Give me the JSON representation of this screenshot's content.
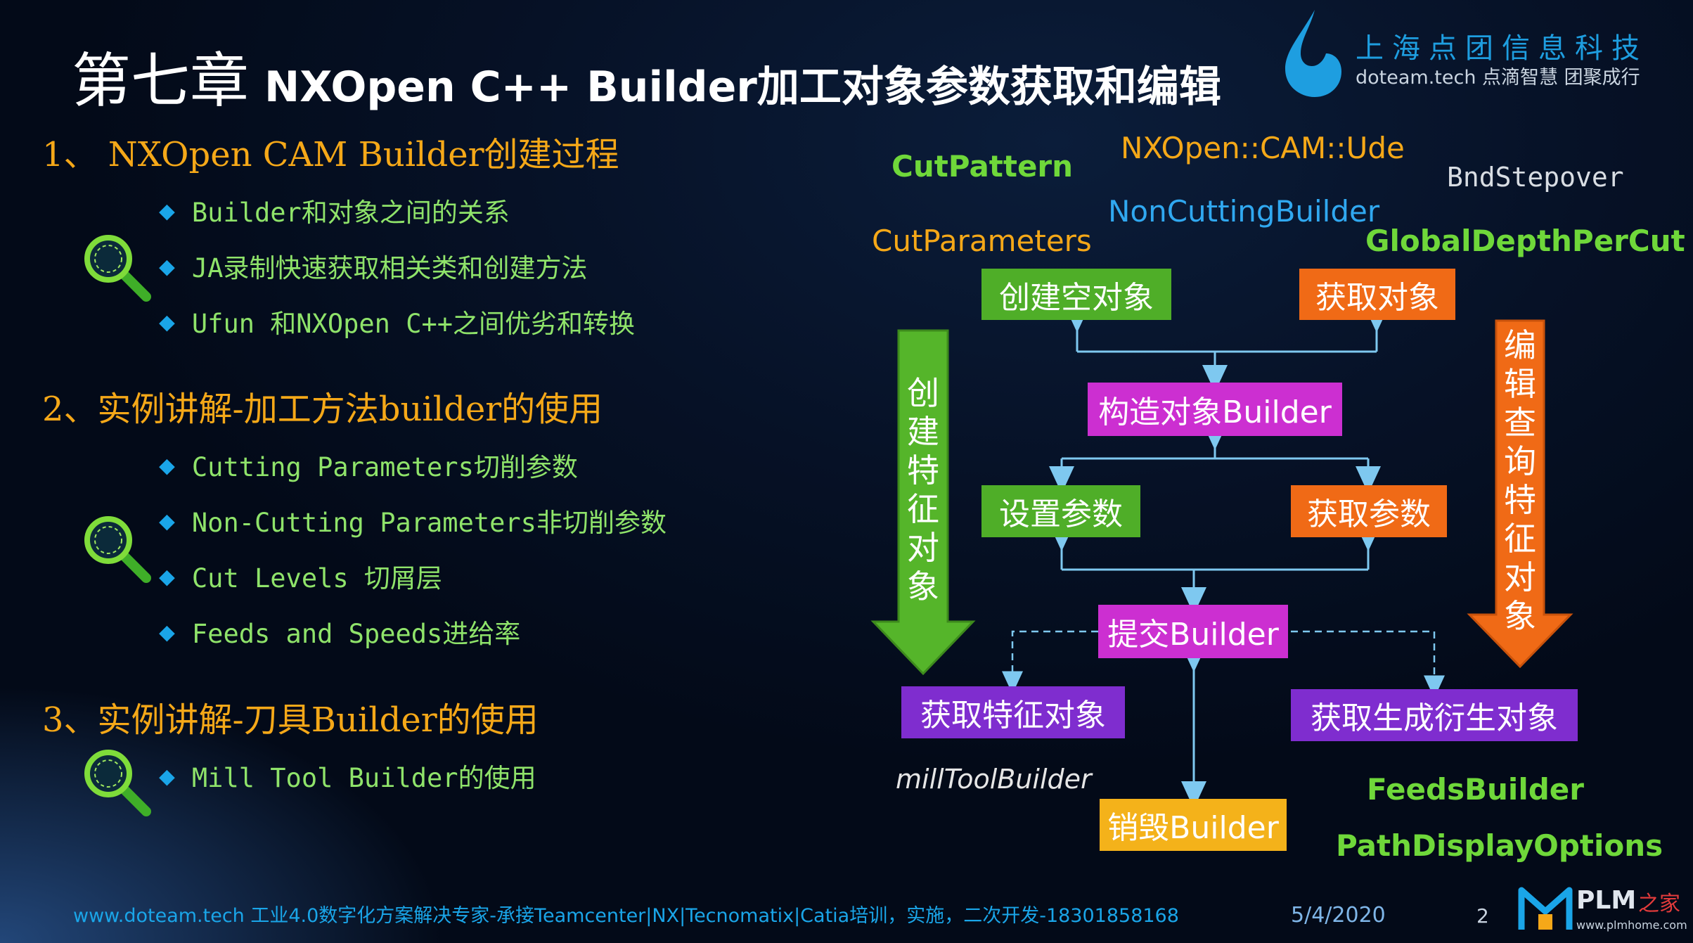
{
  "title": {
    "chapter": "第七章",
    "subtitle": "NXOpen C++ Builder加工对象参数获取和编辑"
  },
  "logo": {
    "company_cn": "上海点团信息科技",
    "tagline": "doteam.tech 点滴智慧 团聚成行"
  },
  "agenda": {
    "sections": [
      {
        "heading": "1、 NXOpen CAM Builder创建过程",
        "bullets": [
          "Builder和对象之间的关系",
          "JA录制快速获取相关类和创建方法",
          "Ufun 和NXOpen C++之间优劣和转换"
        ]
      },
      {
        "heading": "2、实例讲解-加工方法builder的使用",
        "bullets": [
          "Cutting Parameters切削参数",
          "Non-Cutting Parameters非切削参数",
          "Cut Levels 切屑层",
          "Feeds and Speeds进给率"
        ]
      },
      {
        "heading": "3、实例讲解-刀具Builder的使用",
        "bullets": [
          "Mill Tool Builder的使用"
        ]
      }
    ],
    "bullet_icon": "diamond-icon",
    "magnifier_icon": "magnifier-icon"
  },
  "diagram": {
    "keywords": {
      "cut_pattern": "CutPattern",
      "ude": "NXOpen::CAM::Ude",
      "bnd_stepover": "BndStepover",
      "non_cutting_builder": "NonCuttingBuilder",
      "cut_parameters": "CutParameters",
      "global_depth": "GlobalDepthPerCut",
      "mill_tool_builder": "millToolBuilder",
      "feeds_builder": "FeedsBuilder",
      "path_display": "PathDisplayOptions"
    },
    "boxes": {
      "create_empty": "创建空对象",
      "get_object": "获取对象",
      "construct_builder": "构造对象Builder",
      "set_params": "设置参数",
      "get_params": "获取参数",
      "commit_builder": "提交Builder",
      "get_feature": "获取特征对象",
      "get_derived": "获取生成衍生对象",
      "destroy_builder": "销毁Builder"
    },
    "left_arrow_chars": [
      "创",
      "建",
      "特",
      "征",
      "对",
      "象"
    ],
    "right_arrow_chars": [
      "编",
      "辑",
      "查",
      "询",
      "特",
      "征",
      "对",
      "象"
    ],
    "colors": {
      "green": "#4fae28",
      "orange": "#f06a16",
      "magenta": "#cc2fd1",
      "purple": "#7f2dcf",
      "yellow": "#f4b21a",
      "connector": "#7ec8f0"
    }
  },
  "footer": {
    "text": "www.doteam.tech 工业4.0数字化方案解决专家-承接Teamcenter|NX|Tecnomatix|Catia培训，实施，二次开发-18301858168",
    "date": "5/4/2020",
    "page": "2",
    "plm_brand": "PLM",
    "plm_suffix": "之家",
    "plm_url": "www.plmhome.com"
  }
}
